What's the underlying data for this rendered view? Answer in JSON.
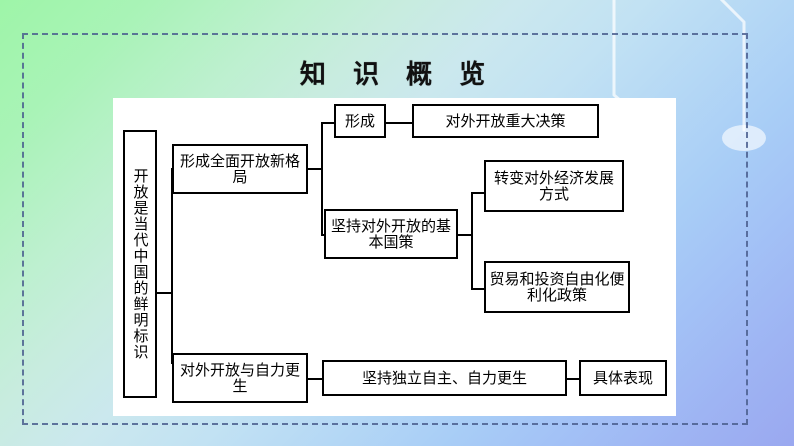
{
  "slide": {
    "title": "知 识 概 览",
    "background": {
      "from": "#9ef5a8",
      "mid": "#c2e2f3",
      "to": "#9aa8f0"
    },
    "frame_color": "#4b5f8f",
    "card_color": "#ffffff",
    "node_border_color": "#000000"
  },
  "diagram": {
    "root": "开放是当代中国的鲜明标识",
    "branch_1": {
      "label": "形成全面开放新格局",
      "children": [
        {
          "label": "形成",
          "children": [
            {
              "label": "对外开放重大决策"
            }
          ]
        },
        {
          "label": "坚持对外开放的基本国策",
          "children": [
            {
              "label": "转变对外经济发展方式"
            },
            {
              "label": "贸易和投资自由化便利化政策"
            }
          ]
        }
      ]
    },
    "branch_2": {
      "label": "对外开放与自力更生",
      "children": [
        {
          "label": "坚持独立自主、自力更生",
          "children": [
            {
              "label": "具体表现"
            }
          ]
        }
      ]
    }
  }
}
